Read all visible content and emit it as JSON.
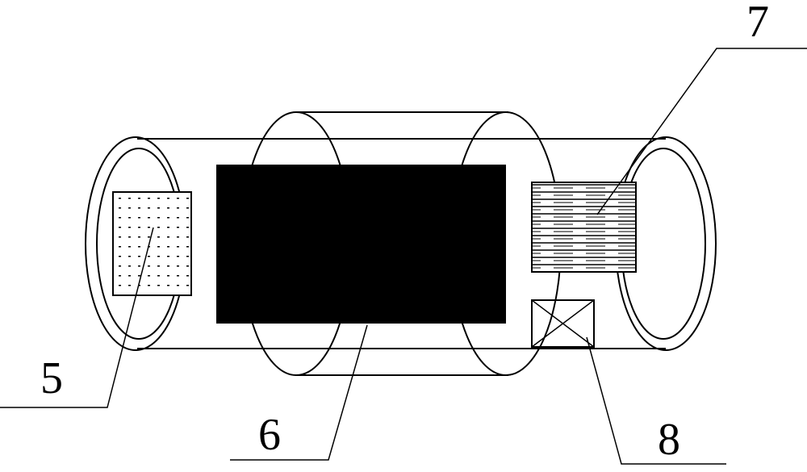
{
  "diagram": {
    "callouts": [
      {
        "id": "callout-5",
        "label": "5"
      },
      {
        "id": "callout-6",
        "label": "6"
      },
      {
        "id": "callout-7",
        "label": "7"
      },
      {
        "id": "callout-8",
        "label": "8"
      }
    ],
    "colors": {
      "line": "#000000",
      "background": "#ffffff",
      "solid_block": "#000000"
    }
  }
}
